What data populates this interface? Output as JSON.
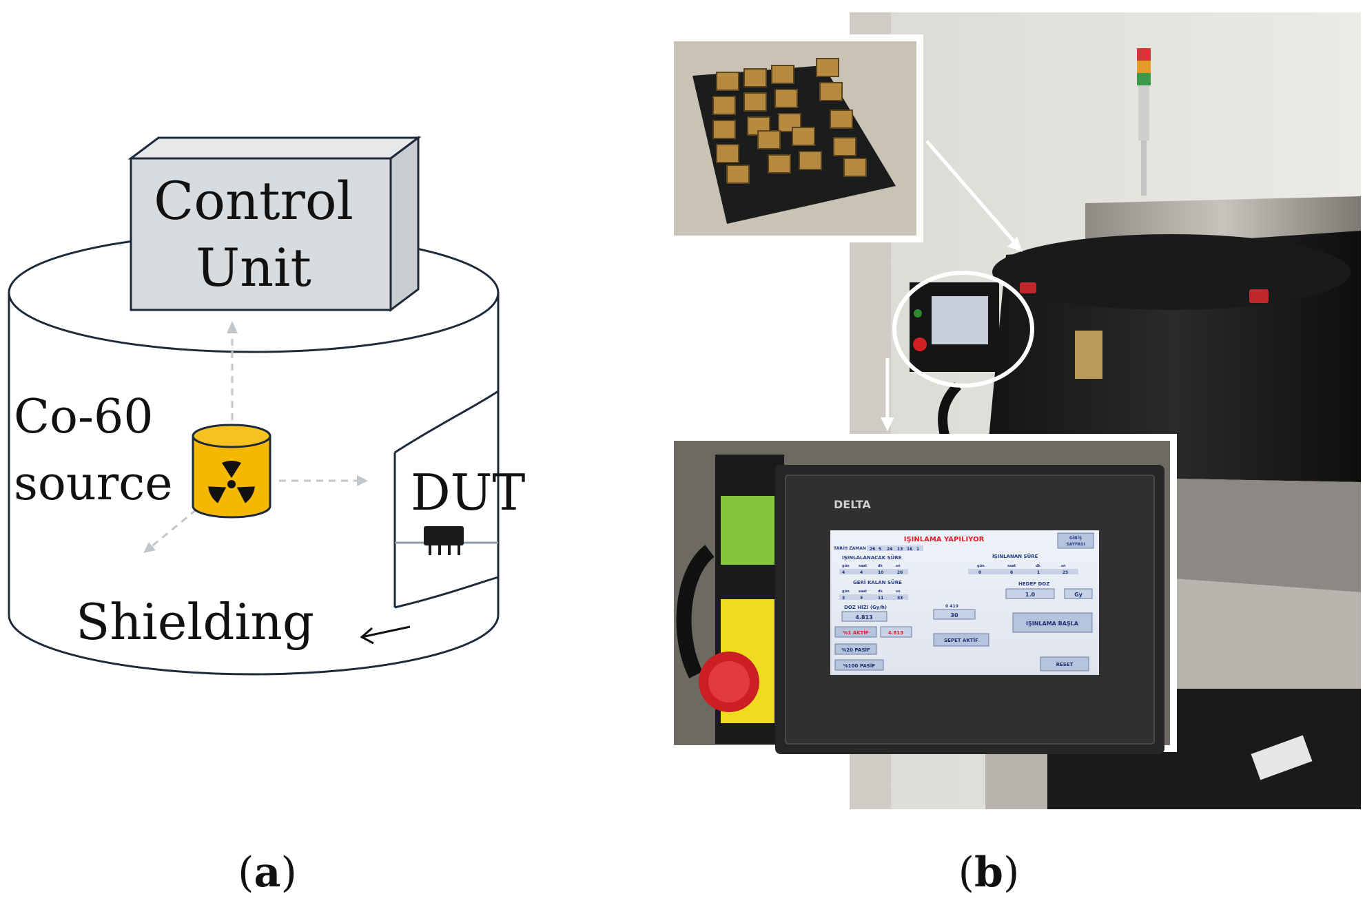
{
  "panel_a": {
    "control_unit_line1": "Control",
    "control_unit_line2": "Unit",
    "source_line1": "Co-60",
    "source_line2": "source",
    "dut_label": "DUT",
    "shielding_label": "Shielding",
    "caption_letter": "a"
  },
  "panel_b": {
    "caption_letter": "b",
    "hmi": {
      "brand": "DELTA",
      "header": "IŞINLAMA YAPILIYOR",
      "giris_btn": "GİRİŞ",
      "giris_btn2": "SAYFASI",
      "tarih_label": "TARİH ZAMAN",
      "tarih_values": [
        "26",
        "5",
        "24",
        "13",
        "16",
        "1"
      ],
      "isinlanacak_label": "IŞINLALANACAK SÜRE",
      "isinlanan_label": "IŞINLANAN SÜRE",
      "unit_gun": "gün",
      "unit_saat": "saat",
      "unit_dk": "dk",
      "unit_sn": "sn",
      "isinlanacak_values": [
        "4",
        "4",
        "10",
        "26"
      ],
      "isinlanan_values": [
        "0",
        "6",
        "1",
        "25"
      ],
      "geri_label": "GERİ KALAN SÜRE",
      "geri_values": [
        "3",
        "3",
        "11",
        "33"
      ],
      "hedef_label": "HEDEF DOZ",
      "hedef_value": "1.0",
      "hedef_unit": "Gy",
      "doz_label": "DOZ HIZI (Gy/h)",
      "doz_value": "4.813",
      "small_value_label": "0 410",
      "small_value": "30",
      "aktif1": "%1 AKTİF",
      "aktif1_value": "4.813",
      "sepet": "SEPET AKTİF",
      "isinlama_basla": "IŞINLAMA BAŞLA",
      "pasif20": "%20 PASİF",
      "pasif100": "%100 PASİF",
      "reset": "RESET"
    }
  }
}
